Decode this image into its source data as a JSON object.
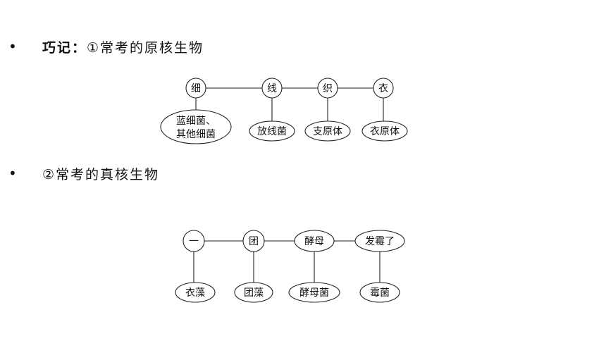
{
  "items": [
    {
      "bullet": "•",
      "label": "巧记：",
      "text": "①常考的原核生物"
    },
    {
      "bullet": "•",
      "text": "②常考的真核生物"
    }
  ],
  "diagram1": {
    "top": [
      "细",
      "线",
      "织",
      "衣"
    ],
    "bottom": [
      [
        "蓝细菌、",
        "其他细菌"
      ],
      [
        "放线菌"
      ],
      [
        "支原体"
      ],
      [
        "衣原体"
      ]
    ]
  },
  "diagram2": {
    "top": [
      "一",
      "团",
      "酵母",
      "发霉了"
    ],
    "bottom": [
      "衣藻",
      "团藻",
      "酵母菌",
      "霉菌"
    ]
  }
}
